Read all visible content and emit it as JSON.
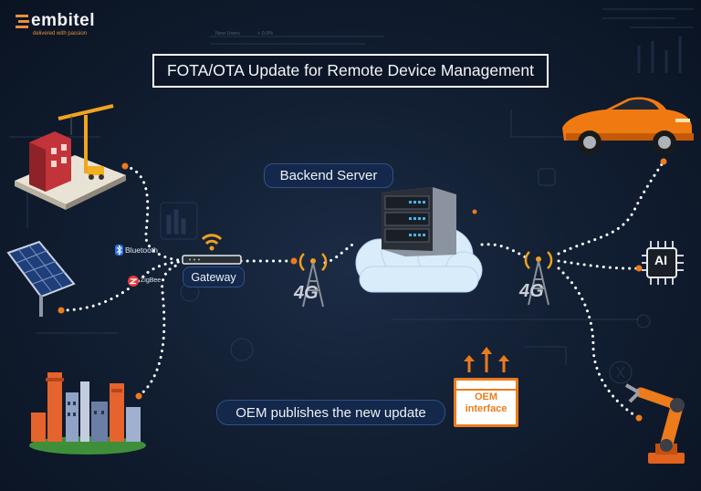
{
  "brand": {
    "name": "embitel",
    "tagline": "delivered with passion"
  },
  "title": "FOTA/OTA Update for Remote Device Management",
  "labels": {
    "backend_server": "Backend Server",
    "gateway": "Gateway",
    "oem_publishes": "OEM publishes the new update",
    "oem_interface": "OEM\ninterface",
    "bluetooth": "Bluetooth",
    "zigbee": "ZigBee",
    "tower_left": "4G",
    "tower_right": "4G",
    "chip": "AI"
  },
  "background_text": {
    "new_users": "New Users",
    "percent": "+ 0.0%"
  },
  "colors": {
    "accent_orange": "#ec7b1c",
    "pill_blue": "#13284a",
    "dot_white": "#ffffff",
    "background": "#0b1526"
  },
  "icons": [
    "embitel-logo-icon",
    "construction-site-icon",
    "solar-panel-icon",
    "factory-icon",
    "wifi-router-icon",
    "bluetooth-icon",
    "zigbee-icon",
    "cell-tower-icon",
    "server-rack-icon",
    "cloud-icon",
    "sports-car-icon",
    "ai-chip-icon",
    "robot-arm-icon",
    "upload-arrows-icon"
  ]
}
